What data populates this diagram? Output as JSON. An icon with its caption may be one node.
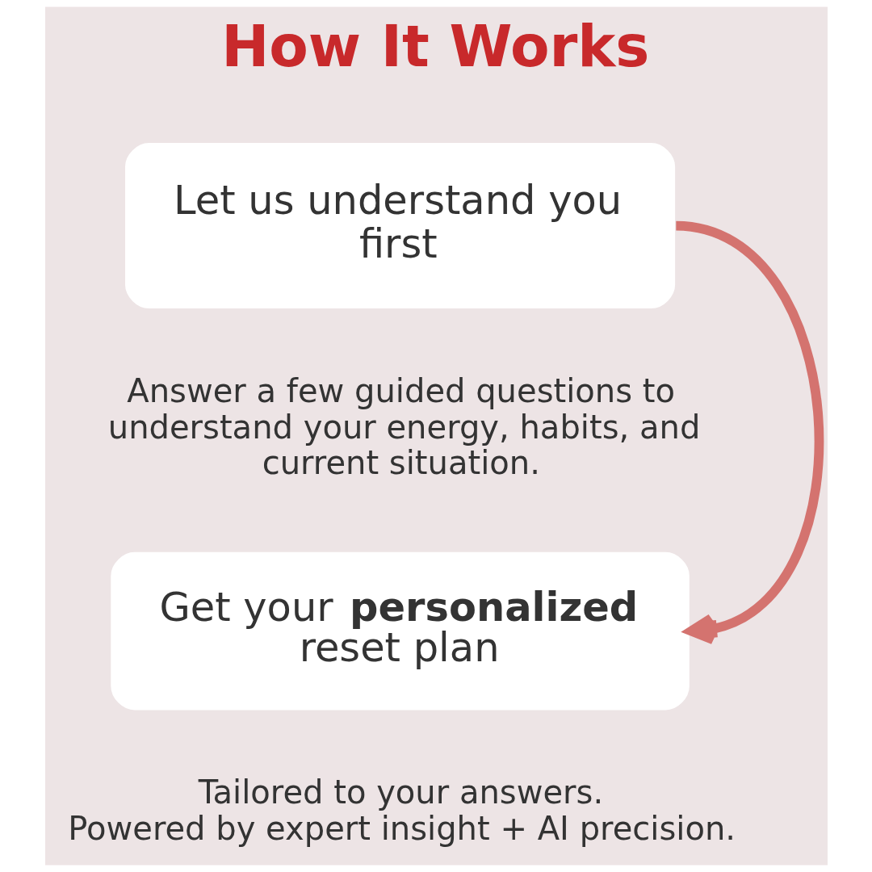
{
  "diagram": {
    "title": "How It Works",
    "nodes": [
      {
        "text": [
          "Let us understand you first"
        ],
        "beside": [
          "Answer a few guided questions to understand your energy, habits, and current situation."
        ]
      },
      {
        "text": [
          "Get your **personalized** reset plan"
        ],
        "beside": [
          "Tailored to your answers.",
          "Powered by expert insight + AI precision."
        ]
      }
    ],
    "edges": [
      {
        "from": 0,
        "to": 1,
        "arrow": "to"
      }
    ]
  }
}
